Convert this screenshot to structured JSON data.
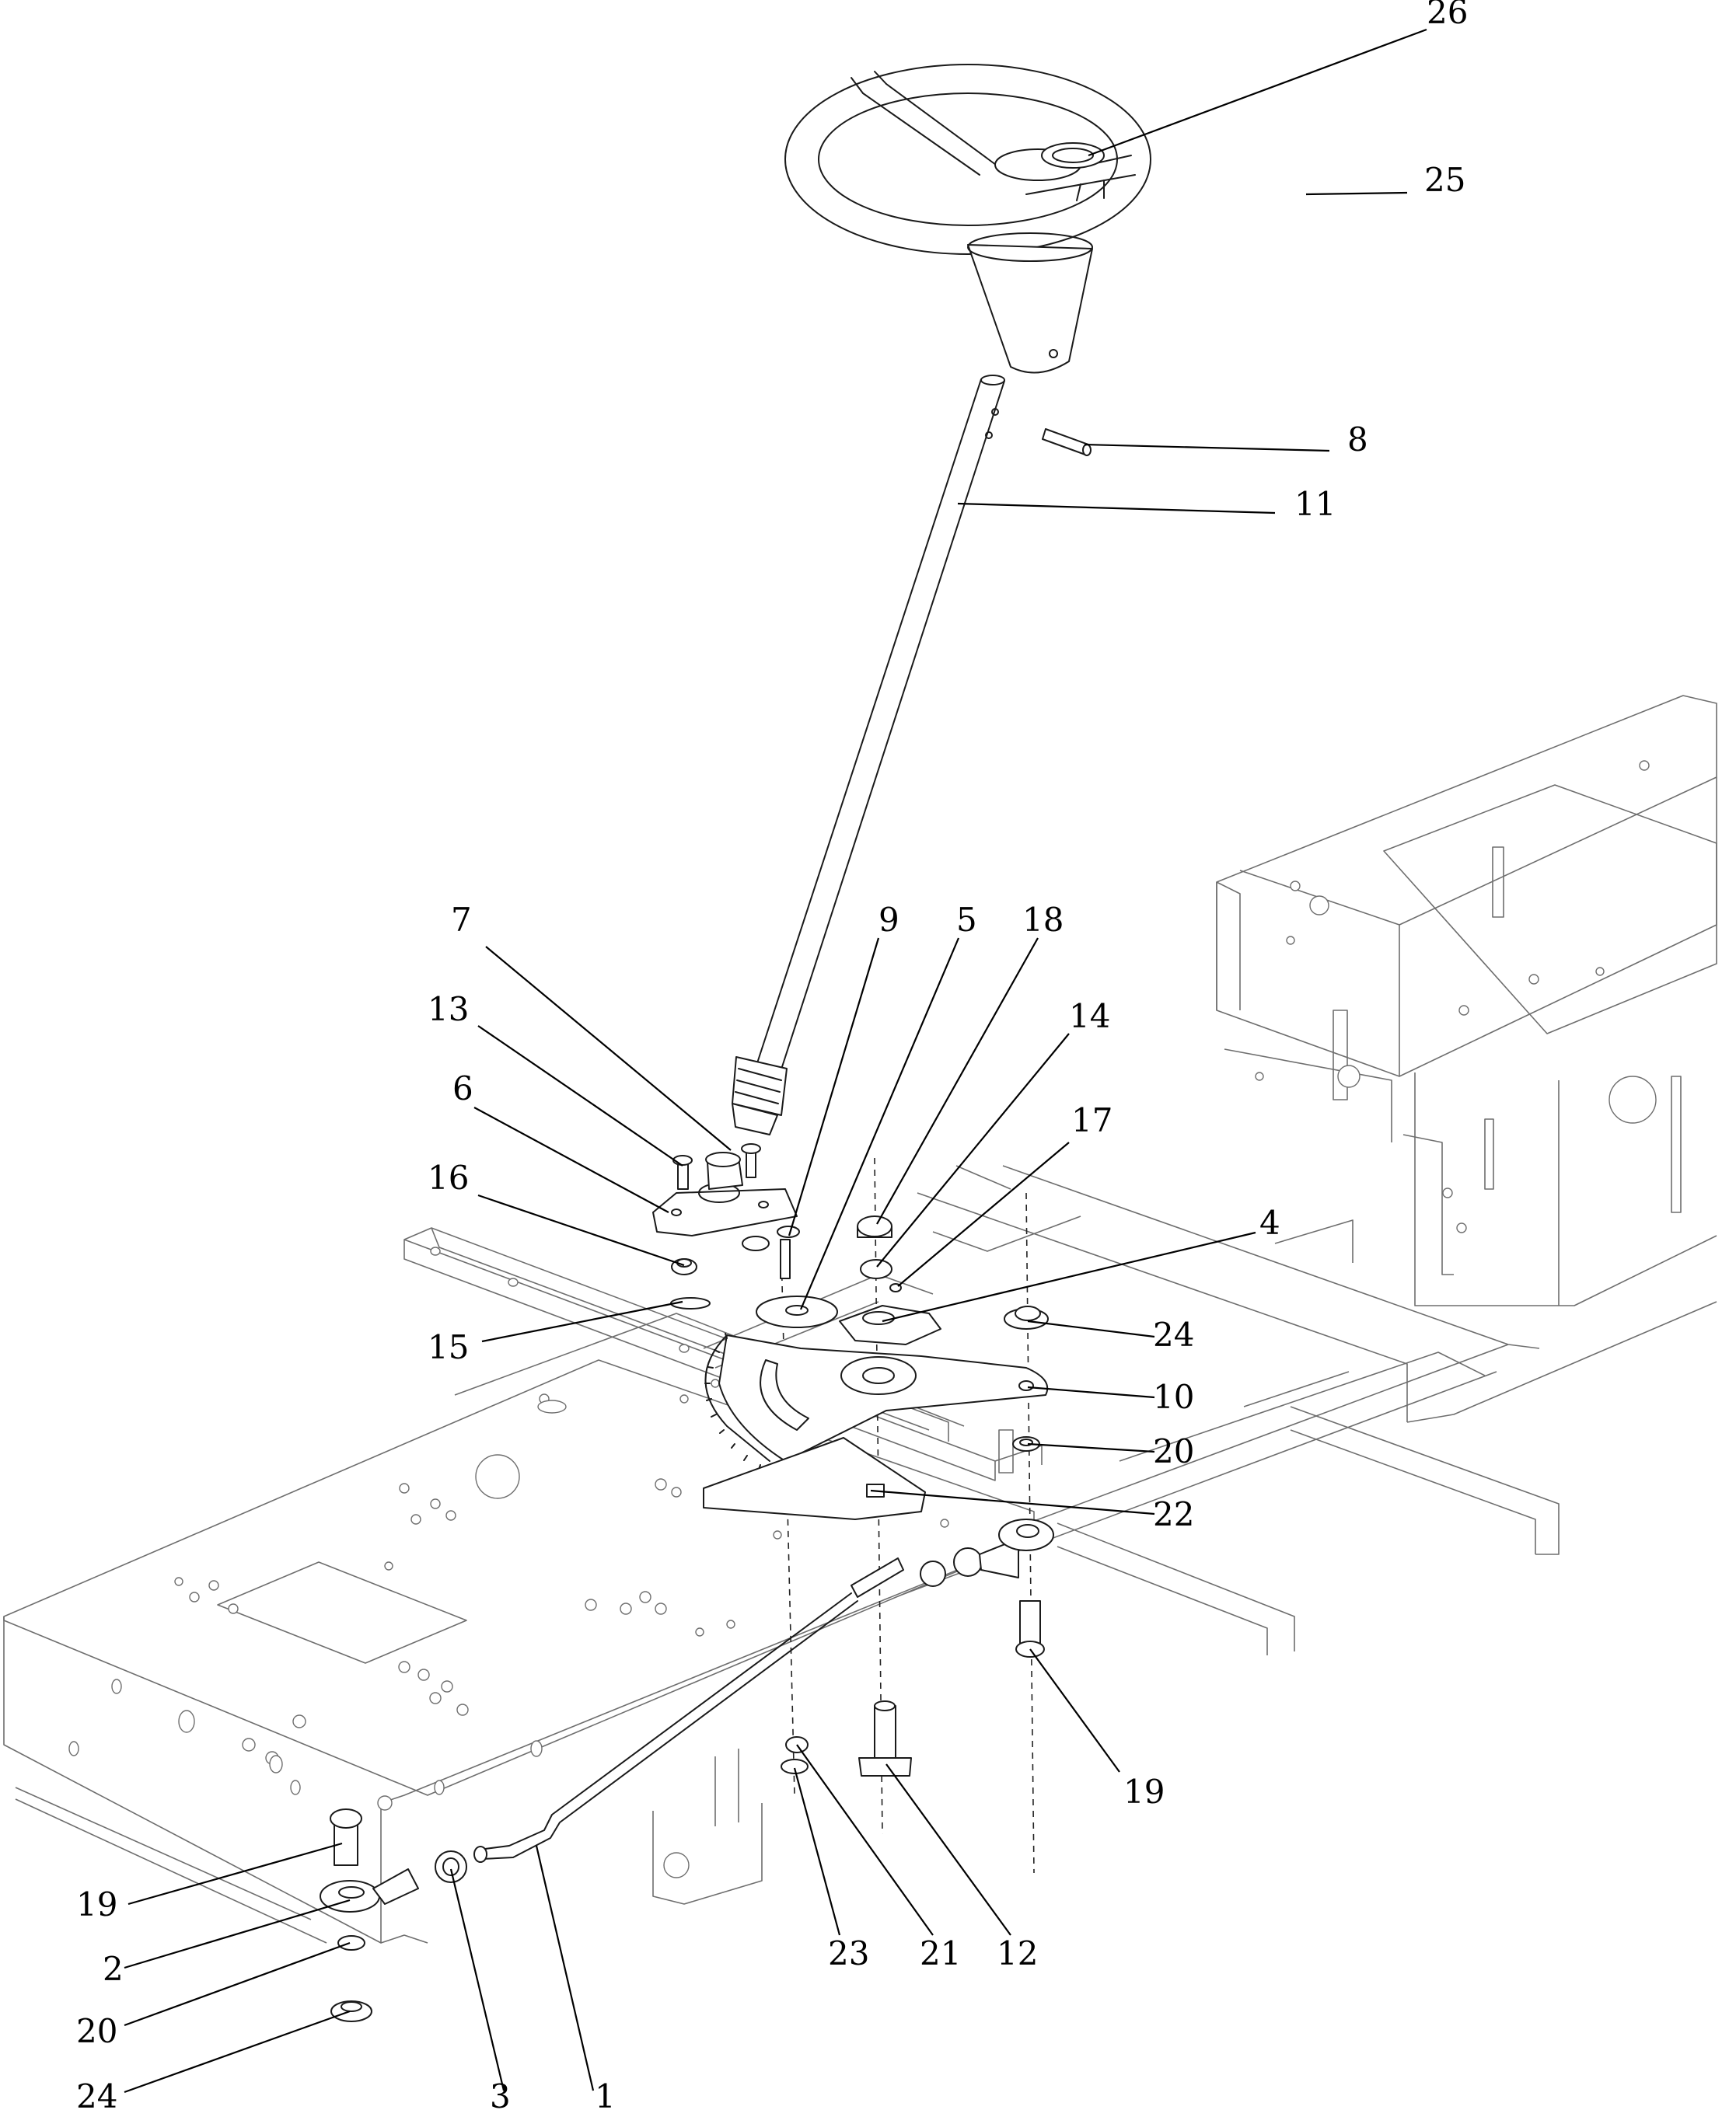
{
  "diagram": {
    "callouts": [
      {
        "id": "c26",
        "label": "26"
      },
      {
        "id": "c25",
        "label": "25"
      },
      {
        "id": "c8",
        "label": "8"
      },
      {
        "id": "c11",
        "label": "11"
      },
      {
        "id": "c7",
        "label": "7"
      },
      {
        "id": "c9",
        "label": "9"
      },
      {
        "id": "c5",
        "label": "5"
      },
      {
        "id": "c18",
        "label": "18"
      },
      {
        "id": "c13",
        "label": "13"
      },
      {
        "id": "c14",
        "label": "14"
      },
      {
        "id": "c6",
        "label": "6"
      },
      {
        "id": "c17",
        "label": "17"
      },
      {
        "id": "c16",
        "label": "16"
      },
      {
        "id": "c4",
        "label": "4"
      },
      {
        "id": "c24a",
        "label": "24"
      },
      {
        "id": "c15",
        "label": "15"
      },
      {
        "id": "c10",
        "label": "10"
      },
      {
        "id": "c20a",
        "label": "20"
      },
      {
        "id": "c22",
        "label": "22"
      },
      {
        "id": "c19a",
        "label": "19"
      },
      {
        "id": "c19b",
        "label": "19"
      },
      {
        "id": "c2",
        "label": "2"
      },
      {
        "id": "c23",
        "label": "23"
      },
      {
        "id": "c21",
        "label": "21"
      },
      {
        "id": "c12",
        "label": "12"
      },
      {
        "id": "c20b",
        "label": "20"
      },
      {
        "id": "c24b",
        "label": "24"
      },
      {
        "id": "c3",
        "label": "3"
      },
      {
        "id": "c1",
        "label": "1"
      }
    ]
  }
}
